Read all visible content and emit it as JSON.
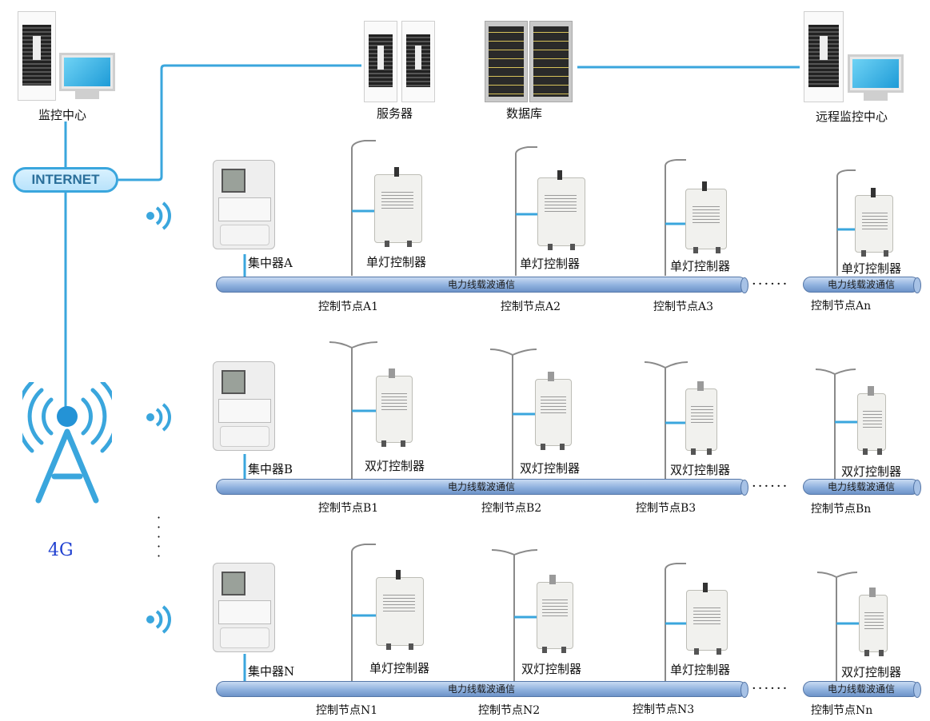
{
  "top": {
    "monitor_center": "监控中心",
    "server": "服务器",
    "database": "数据库",
    "remote_center": "远程监控中心",
    "internet": "INTERNET",
    "network_4g": "4G"
  },
  "colors": {
    "link": "#3aa6dd",
    "bus": "#8fb1de",
    "label_4g": "#1e3fd0"
  },
  "rows": [
    {
      "concentrator": "集中器A",
      "bus_label": "电力线载波通信",
      "end_bus_label": "电力线载波通信",
      "controllers": [
        "单灯控制器",
        "单灯控制器",
        "单灯控制器",
        "单灯控制器"
      ],
      "nodes": [
        "控制节点A1",
        "控制节点A2",
        "控制节点A3",
        "控制节点An"
      ]
    },
    {
      "concentrator": "集中器B",
      "bus_label": "电力线载波通信",
      "end_bus_label": "电力线载波通信",
      "controllers": [
        "双灯控制器",
        "双灯控制器",
        "双灯控制器",
        "双灯控制器"
      ],
      "nodes": [
        "控制节点B1",
        "控制节点B2",
        "控制节点B3",
        "控制节点Bn"
      ]
    },
    {
      "concentrator": "集中器N",
      "bus_label": "电力线载波通信",
      "end_bus_label": "电力线载波通信",
      "controllers": [
        "单灯控制器",
        "双灯控制器",
        "单灯控制器",
        "双灯控制器"
      ],
      "nodes": [
        "控制节点N1",
        "控制节点N2",
        "控制节点N3",
        "控制节点Nn"
      ]
    }
  ]
}
